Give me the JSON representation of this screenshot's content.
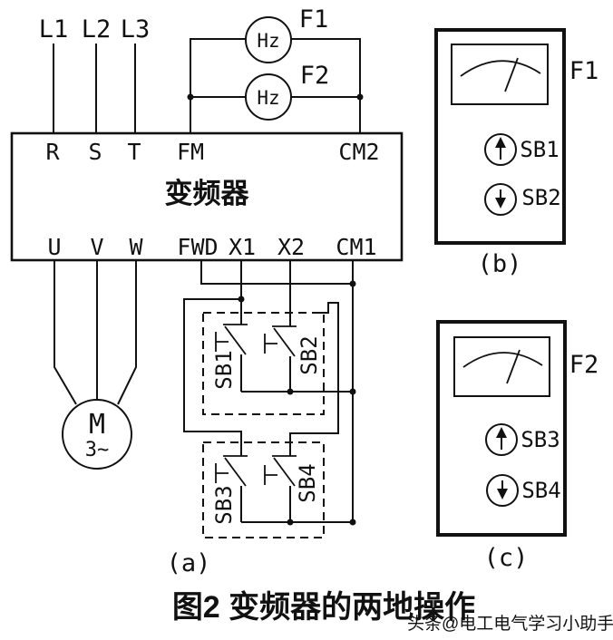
{
  "colors": {
    "line": "#111111",
    "background": "#ffffff",
    "watermark": "#8f8f8f"
  },
  "main": {
    "phase_labels": [
      "L1",
      "L2",
      "L3"
    ],
    "inverter_label": "变频器",
    "top_terminals": [
      "R",
      "S",
      "T",
      "FM",
      "CM2"
    ],
    "bottom_terminals": [
      "U",
      "V",
      "W",
      "FWD",
      "X1",
      "X2",
      "CM1"
    ],
    "meter1": {
      "unit": "Hz",
      "tag": "F1"
    },
    "meter2": {
      "unit": "Hz",
      "tag": "F2"
    },
    "motor": {
      "letter": "M",
      "phase": "3~"
    },
    "buttons": [
      "SB1",
      "SB2",
      "SB3",
      "SB4"
    ],
    "sublabel": "(a)"
  },
  "panel_b": {
    "meter_tag": "F1",
    "up_label": "SB1",
    "down_label": "SB2",
    "sublabel": "(b)"
  },
  "panel_c": {
    "meter_tag": "F2",
    "up_label": "SB3",
    "down_label": "SB4",
    "sublabel": "(c)"
  },
  "caption": "图2 变频器的两地操作",
  "watermark": "头条@电工电气学习小助手"
}
